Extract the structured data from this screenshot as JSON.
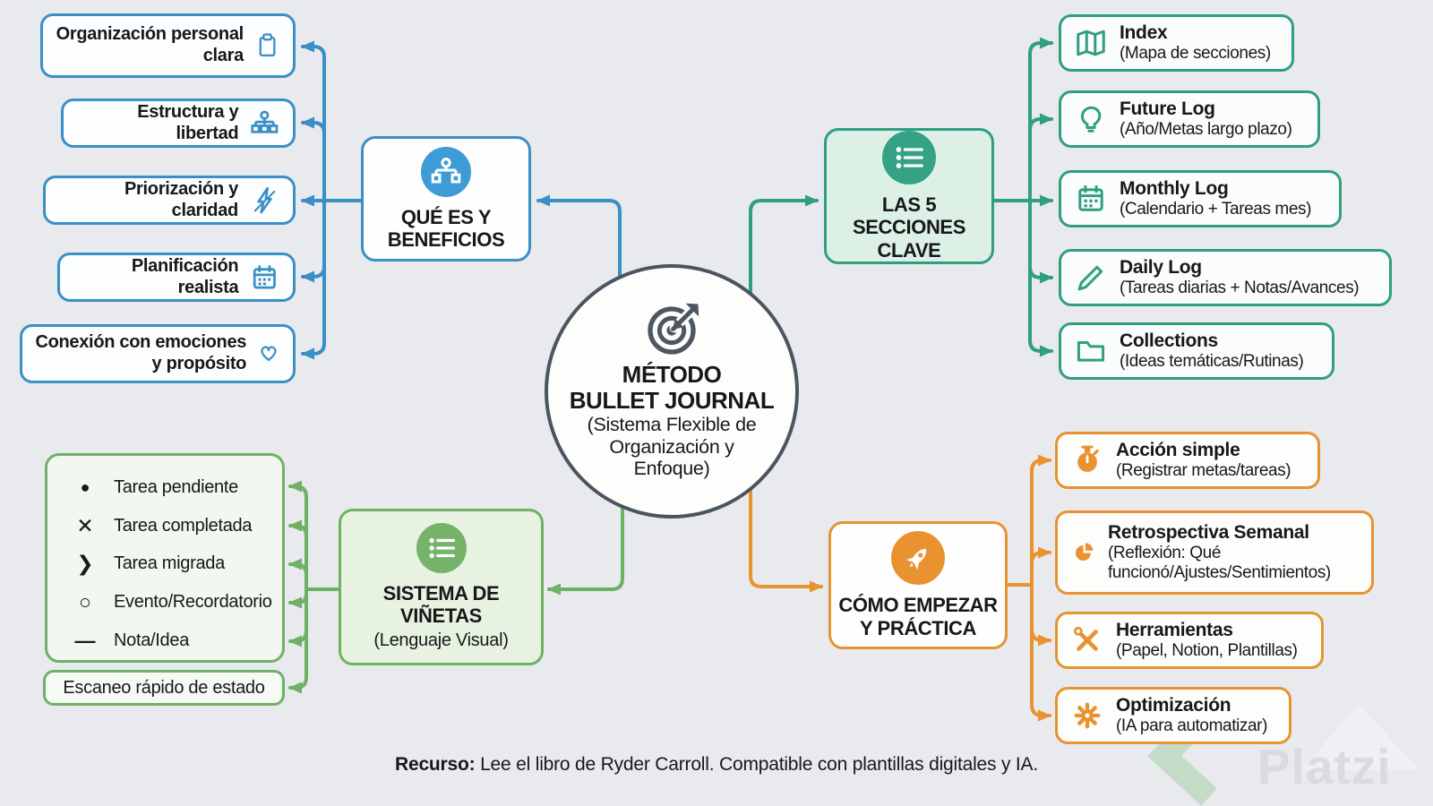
{
  "center": {
    "icon": "target-icon",
    "title1": "MÉTODO",
    "title2": "BULLET JOURNAL",
    "subtitle": "(Sistema Flexible de Organización y Enfoque)"
  },
  "colors": {
    "blue": "#3a8fc6",
    "teal": "#2f9e82",
    "green": "#6fb164",
    "orange": "#e8932f",
    "center_border": "#4b555f",
    "background": "#e8eaee"
  },
  "branches": {
    "que_es": {
      "title_lines": [
        "QUÉ ES Y",
        "BENEFICIOS"
      ],
      "icon": "sitemap-icon",
      "items": [
        {
          "label": "Organización personal clara",
          "icon": "clipboard-icon"
        },
        {
          "label": "Estructura y libertad",
          "icon": "map-structure-icon"
        },
        {
          "label": "Priorización y claridad",
          "icon": "bolt-icon"
        },
        {
          "label": "Planificación realista",
          "icon": "calendar-icon"
        },
        {
          "label": "Conexión con emociones y propósito",
          "icon": "heart-icon"
        }
      ]
    },
    "secciones": {
      "title_lines": [
        "LAS 5",
        "SECCIONES",
        "CLAVE"
      ],
      "icon": "list-icon",
      "items": [
        {
          "title": "Index",
          "subtitle": "(Mapa de secciones)",
          "icon": "map-icon"
        },
        {
          "title": "Future Log",
          "subtitle": "(Año/Metas largo plazo)",
          "icon": "lightbulb-icon"
        },
        {
          "title": "Monthly Log",
          "subtitle": "(Calendario + Tareas mes)",
          "icon": "calendar-icon"
        },
        {
          "title": "Daily Log",
          "subtitle": "(Tareas diarias + Notas/Avances)",
          "icon": "pencil-icon"
        },
        {
          "title": "Collections",
          "subtitle": "(Ideas temáticas/Rutinas)",
          "icon": "folder-icon"
        }
      ]
    },
    "vinetas": {
      "title_lines": [
        "SISTEMA DE",
        "VIÑETAS"
      ],
      "subtitle": "(Lenguaje Visual)",
      "icon": "list-icon",
      "items": [
        {
          "symbol": "●",
          "label": "Tarea pendiente"
        },
        {
          "symbol": "✕",
          "label": "Tarea completada"
        },
        {
          "symbol": "❯",
          "label": "Tarea migrada"
        },
        {
          "symbol": "○",
          "label": "Evento/Recordatorio"
        },
        {
          "symbol": "—",
          "label": "Nota/Idea"
        }
      ],
      "footer": "Escaneo rápido de estado"
    },
    "empezar": {
      "title_lines": [
        "CÓMO EMPEZAR",
        "Y PRÁCTICA"
      ],
      "icon": "rocket-icon",
      "items": [
        {
          "title": "Acción simple",
          "subtitle": "(Registrar metas/tareas)",
          "icon": "stopwatch-icon"
        },
        {
          "title": "Retrospectiva Semanal",
          "subtitle": "(Reflexión: Qué funcionó/Ajustes/Sentimientos)",
          "icon": "pie-chart-icon"
        },
        {
          "title": "Herramientas",
          "subtitle": "(Papel, Notion, Plantillas)",
          "icon": "tools-icon"
        },
        {
          "title": "Optimización",
          "subtitle": "(IA para automatizar)",
          "icon": "gear-icon"
        }
      ]
    }
  },
  "footer": {
    "prefix": "Recurso:",
    "rest": " Lee el libro de Ryder Carroll. Compatible con plantillas digitales y IA."
  },
  "watermark": {
    "text": "Platzi"
  }
}
